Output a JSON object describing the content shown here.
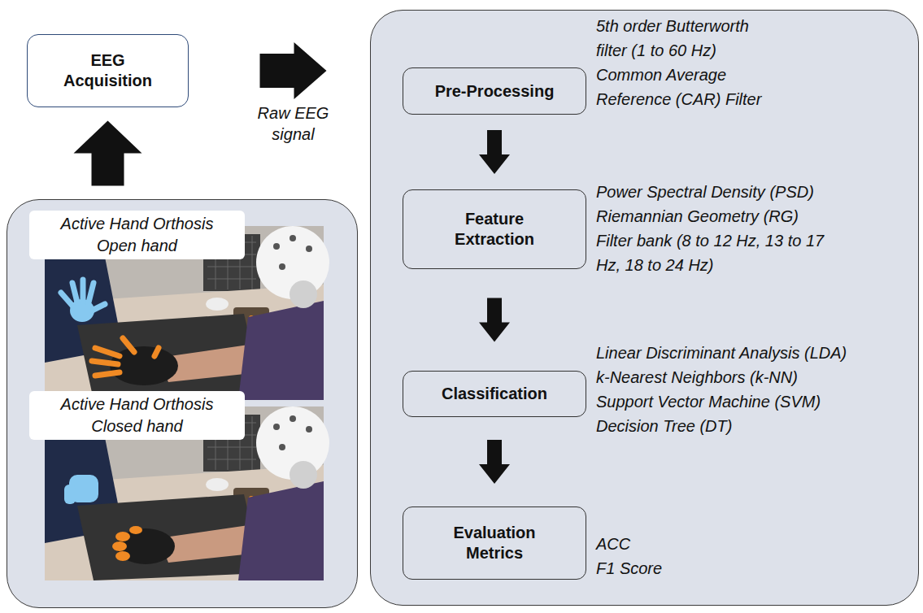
{
  "diagram": {
    "nodes": [
      {
        "text": [
          "EEG Acquisition"
        ]
      },
      {
        "text": [
          "5th order Butterworth filter (1 to 60 Hz)",
          "Common Average Reference (CAR) Filter",
          "Power Spectral Density (PSD)",
          "Riemannian Geometry (RG)",
          "Filter bank (8 to 12 Hz, 13 to 17 Hz, 18 to 24 Hz)",
          "Linear Discriminant Analysis (LDA)",
          "k-Nearest Neighbors (k-NN)",
          "Support Vector Machine (SVM)",
          "Decision Tree (DT)",
          "ACC",
          "F1 Score"
        ]
      },
      {
        "text": [
          "Pre-Processing"
        ],
        "in": 1
      },
      {
        "text": [
          "Feature Extraction"
        ],
        "in": 1
      },
      {
        "text": [
          "Classification"
        ],
        "in": 1
      },
      {
        "text": [
          "Evaluation Metrics"
        ],
        "in": 1
      },
      {
        "text": [
          "Active Hand Orthosis Open hand",
          "Active Hand Orthosis Closed hand"
        ]
      }
    ],
    "edges": [
      {
        "from": 6,
        "to": 0,
        "arrow": "to"
      },
      {
        "from": 0,
        "to": 1,
        "label": "Raw EEG signal",
        "arrow": "to"
      },
      {
        "from": 2,
        "to": 3,
        "arrow": "to"
      },
      {
        "from": 3,
        "to": 4,
        "arrow": "to"
      },
      {
        "from": 4,
        "to": 5,
        "arrow": "to"
      }
    ]
  }
}
